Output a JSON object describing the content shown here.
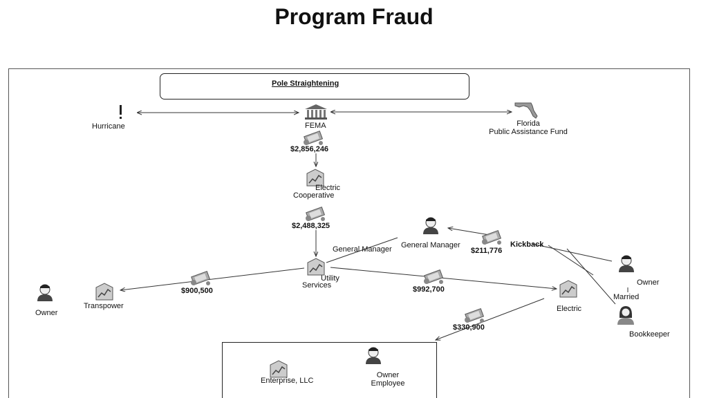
{
  "title": "Program Fraud",
  "header_label": "Pole Straightening",
  "nodes": {
    "hurricane": "Hurricane",
    "fema": "FEMA",
    "florida_line1": "Florida",
    "florida_line2": "Public Assistance Fund",
    "electric_coop_line1": "Electric",
    "electric_coop_line2": "Cooperative",
    "gm_left": "General Manager",
    "gm_right": "General Manager",
    "kickback": "Kickback",
    "utility_line1": "Utility",
    "utility_line2": "Services",
    "owner_right": "Owner",
    "married": "Married",
    "bookkeeper": "Bookkeeper",
    "owner_left": "Owner",
    "transpower": "Transpower",
    "electric": "Electric",
    "enterprise": "Enterprise, LLC",
    "owner_employee_line1": "Owner",
    "owner_employee_line2": "Employee"
  },
  "amounts": {
    "fema_to_coop": "$2,856,246",
    "coop_to_utility": "$2,488,325",
    "kickback": "$211,776",
    "to_transpower": "$900,500",
    "to_electric": "$992,700",
    "electric_to_enterprise": "$330,900"
  },
  "icons": {
    "building": "bank-building-icon",
    "money": "money-bundle-icon",
    "company": "company-building-icon",
    "person": "person-icon",
    "florida": "florida-map-icon",
    "hurricane": "exclamation-icon"
  },
  "colors": {
    "line": "#333333",
    "icon": "#666666"
  }
}
